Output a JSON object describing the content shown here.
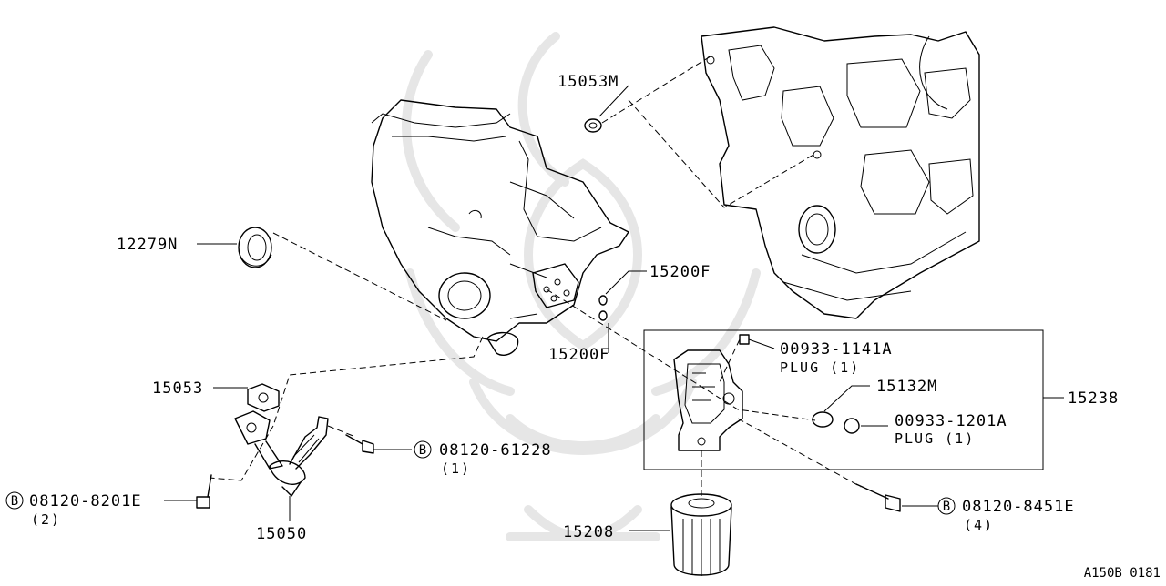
{
  "callouts": {
    "p15053M": "15053M",
    "p12279N": "12279N",
    "p15200F_top": "15200F",
    "p15200F_bottom": "15200F",
    "p00933_1141A": "00933-1141A",
    "plug1_a": "PLUG (1)",
    "p15132M": "15132M",
    "p15238": "15238",
    "p00933_1201A": "00933-1201A",
    "plug1_b": "PLUG (1)",
    "p15053": "15053",
    "p08120_61228": "08120-61228",
    "qty_61228": "(1)",
    "p08120_8201E": "08120-8201E",
    "qty_8201E": "(2)",
    "p15050": "15050",
    "p15208": "15208",
    "p08120_8451E": "08120-8451E",
    "qty_8451E": "(4)"
  },
  "bolt_marker": "B",
  "reference_code": "A150B 0181",
  "icons": [
    "bolt-b-marker-icon",
    "bolt-b-marker-icon",
    "bolt-b-marker-icon"
  ]
}
